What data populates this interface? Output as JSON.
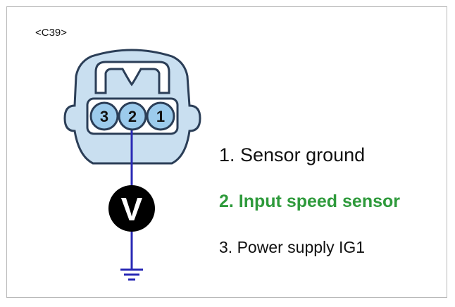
{
  "connector": {
    "id": "<C39>",
    "pins": [
      {
        "number": "3"
      },
      {
        "number": "2"
      },
      {
        "number": "1"
      }
    ],
    "measured_pin": "2"
  },
  "meter": {
    "symbol": "V"
  },
  "legend": {
    "items": [
      {
        "text": "1. Sensor ground",
        "color": "#111111"
      },
      {
        "text": "2. Input speed sensor",
        "color": "#2e9a3b"
      },
      {
        "text": "3. Power supply IG1",
        "color": "#111111"
      }
    ]
  },
  "colors": {
    "connector_fill": "#c9dff0",
    "connector_stroke": "#2b3e57",
    "pin_fill": "#9ccbec",
    "wire": "#2a2ab5",
    "meter_fill": "#000000",
    "highlight": "#2e9a3b"
  }
}
